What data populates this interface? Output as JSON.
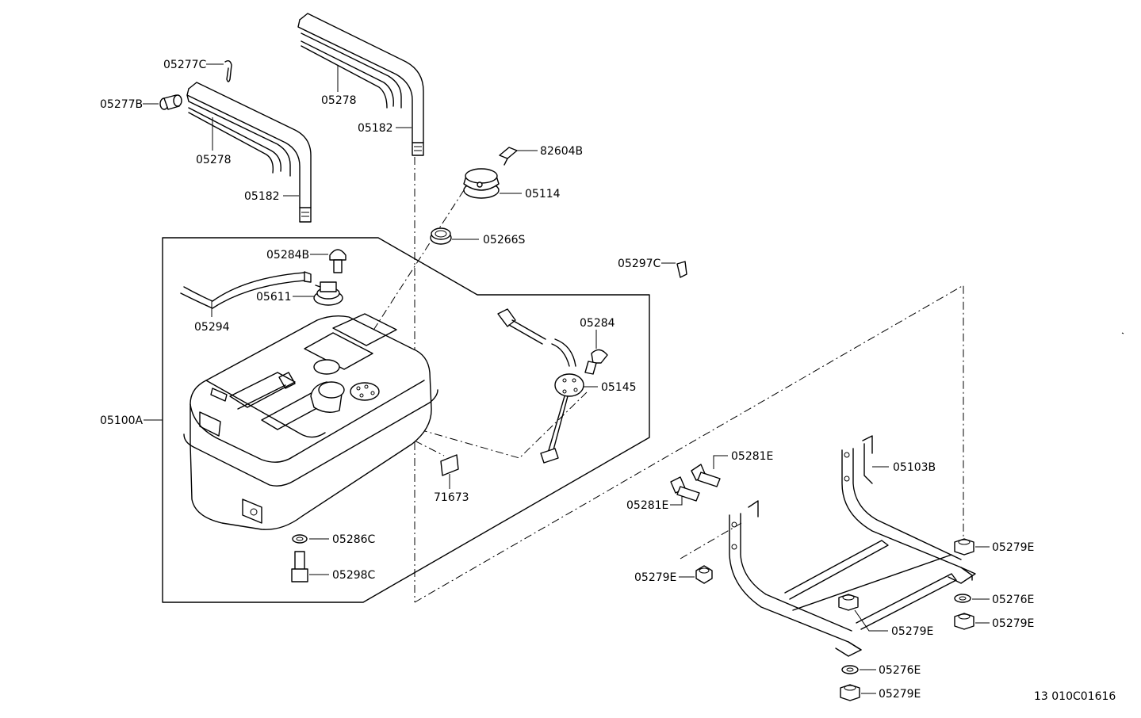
{
  "diagram": {
    "drawing_number": "13 010C01616",
    "parts": {
      "p05277C": "05277C",
      "p05277B": "05277B",
      "p05278_left": "05278",
      "p05182_left": "05182",
      "p05278_right": "05278",
      "p05182_right": "05182",
      "p82604B": "82604B",
      "p05114": "05114",
      "p05266S": "05266S",
      "p05297C": "05297C",
      "p05284B": "05284B",
      "p05611": "05611",
      "p05294": "05294",
      "p05284": "05284",
      "p05145": "05145",
      "p05100A": "05100A",
      "p71673": "71673",
      "p05286C": "05286C",
      "p05298C": "05298C",
      "p05281E_a": "05281E",
      "p05281E_b": "05281E",
      "p05103B": "05103B",
      "p05279E_a": "05279E",
      "p05279E_b": "05279E",
      "p05276E_a": "05276E",
      "p05279E_c": "05279E",
      "p05279E_d": "05279E",
      "p05276E_b": "05276E",
      "p05279E_e": "05279E"
    }
  }
}
